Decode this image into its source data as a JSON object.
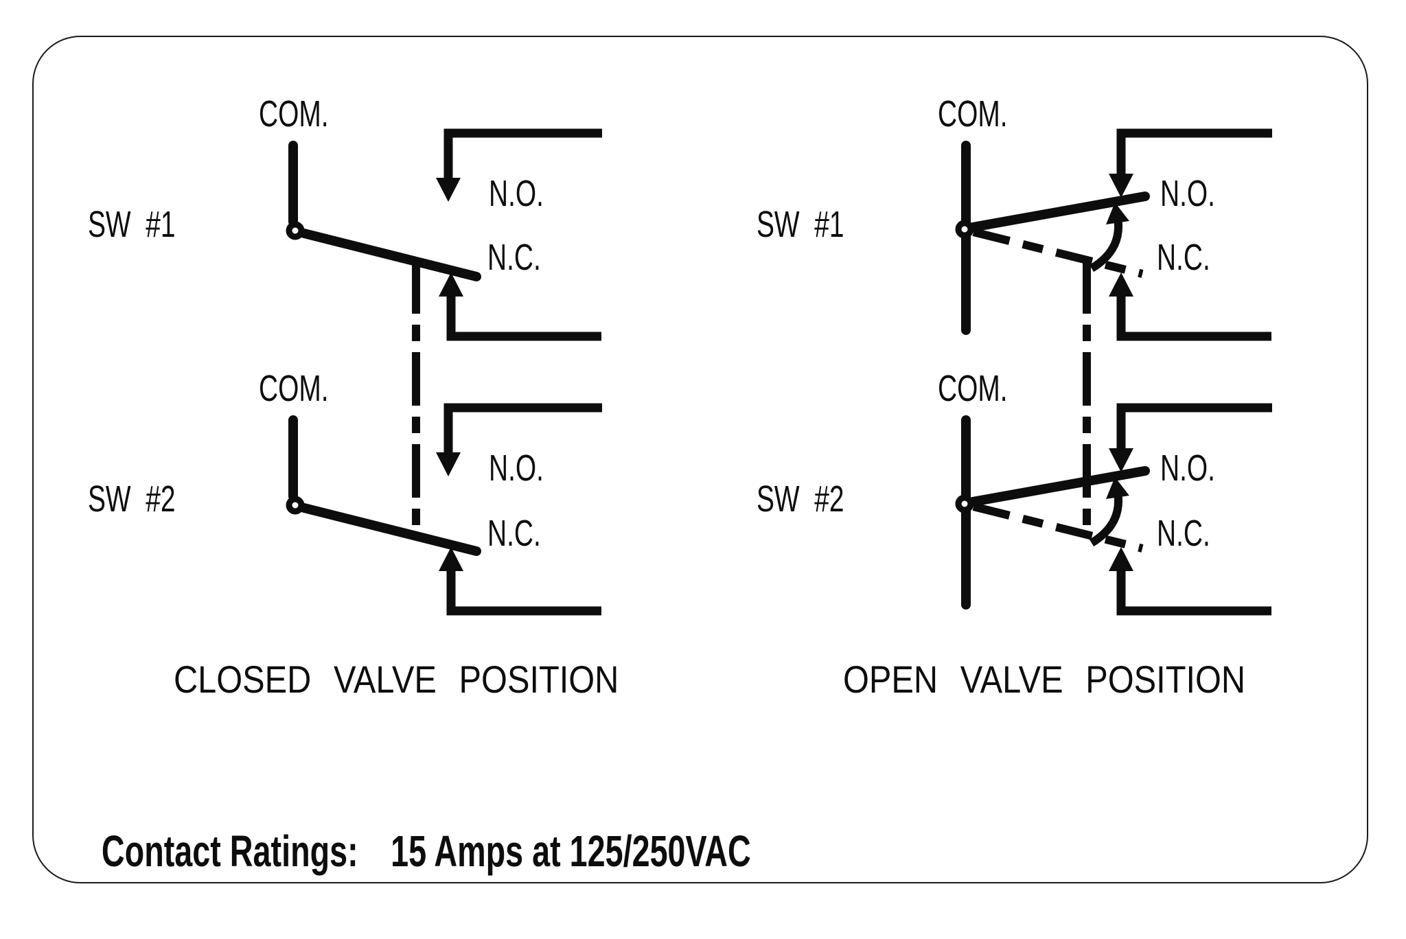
{
  "colors": {
    "background": "#ffffff",
    "ink": "#0d0d0d",
    "border": "#1a1a1a"
  },
  "diagrams": {
    "closed": {
      "title": "CLOSED VALVE POSITION",
      "sw1": {
        "label": "SW #1",
        "com_label": "COM.",
        "no_label": "N.O.",
        "nc_label": "N.C."
      },
      "sw2": {
        "label": "SW #2",
        "com_label": "COM.",
        "no_label": "N.O.",
        "nc_label": "N.C."
      }
    },
    "open": {
      "title": "OPEN VALVE POSITION",
      "sw1": {
        "label": "SW #1",
        "com_label": "COM.",
        "no_label": "N.O.",
        "nc_label": "N.C."
      },
      "sw2": {
        "label": "SW #2",
        "com_label": "COM.",
        "no_label": "N.O.",
        "nc_label": "N.C."
      }
    }
  },
  "footer": {
    "label": "Contact Ratings:",
    "value": "15 Amps at 125/250VAC"
  }
}
